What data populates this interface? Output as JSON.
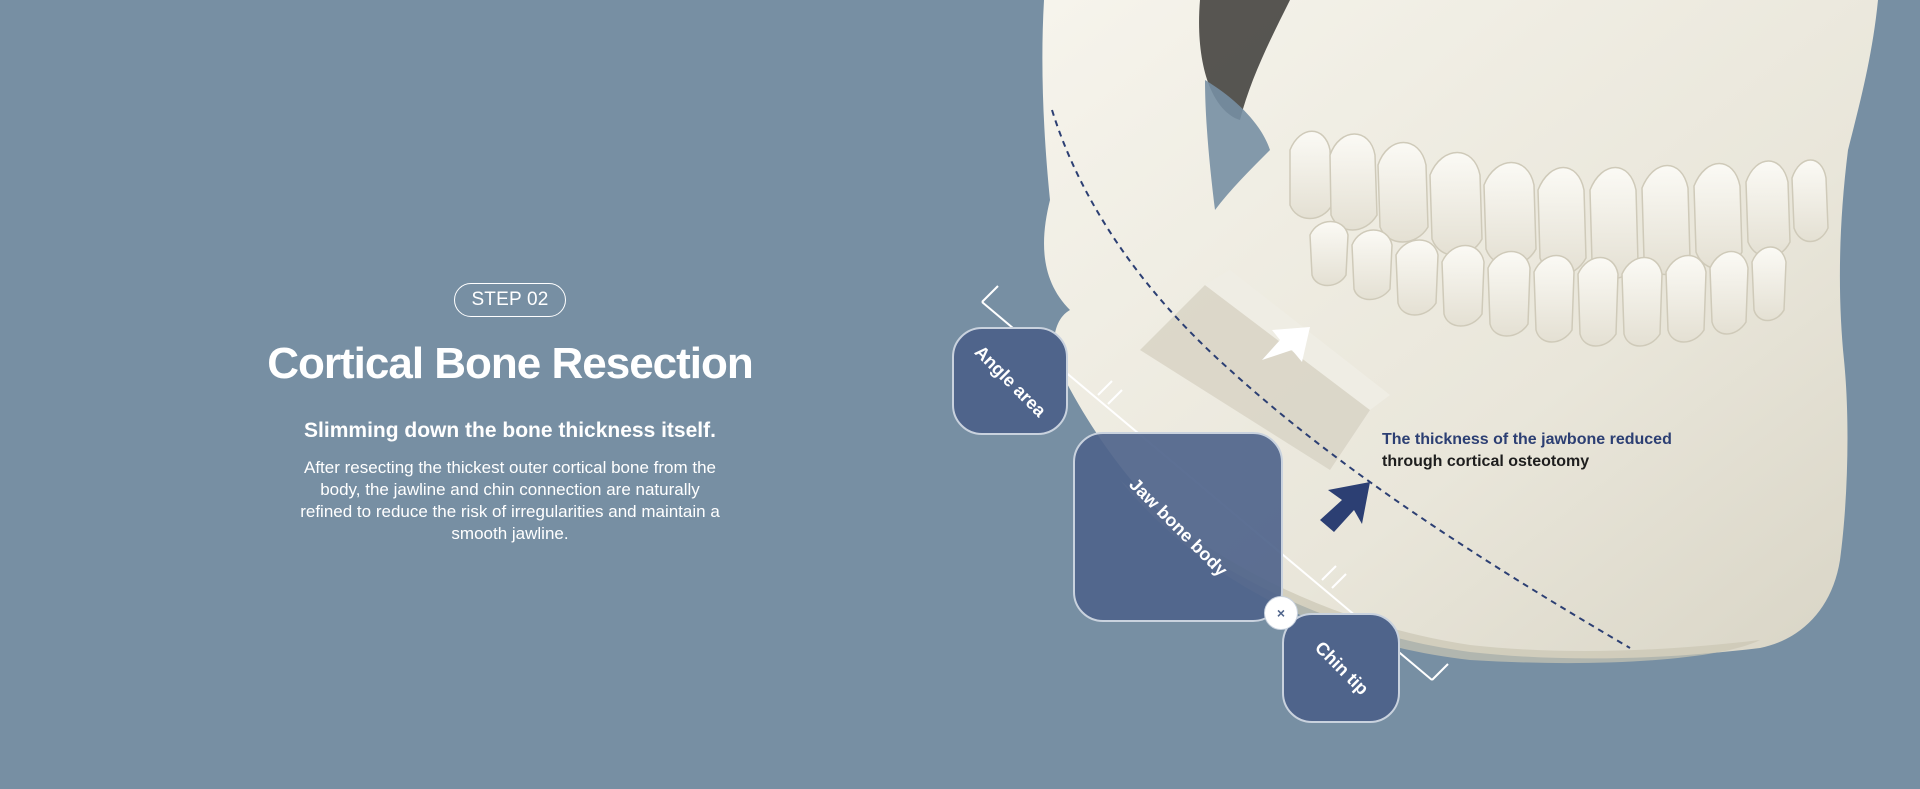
{
  "step": {
    "badge": "STEP 02"
  },
  "title": "Cortical Bone Resection",
  "subtitle": "Slimming down the bone thickness itself.",
  "description": "After resecting the thickest outer cortical bone from the body, the jawline and chin connection are naturally refined to reduce the risk of irregularities and maintain a smooth jawline.",
  "zones": {
    "angle": "Angle area",
    "body": "Jaw bone body",
    "chin": "Chin tip"
  },
  "callout": {
    "title": "The thickness of the jawbone reduced",
    "subtitle": "through cortical osteotomy"
  },
  "close_symbol": "×",
  "colors": {
    "background": "#778fa3",
    "zone_fill": "#4f648b",
    "accent_navy": "#2c3f73",
    "bone": "#ece9df"
  },
  "icons": {
    "skull": "skull-illustration",
    "resection_arrow": "arrow-up-right-icon",
    "thickness_arrow": "double-arrow-icon",
    "close": "close-icon"
  }
}
